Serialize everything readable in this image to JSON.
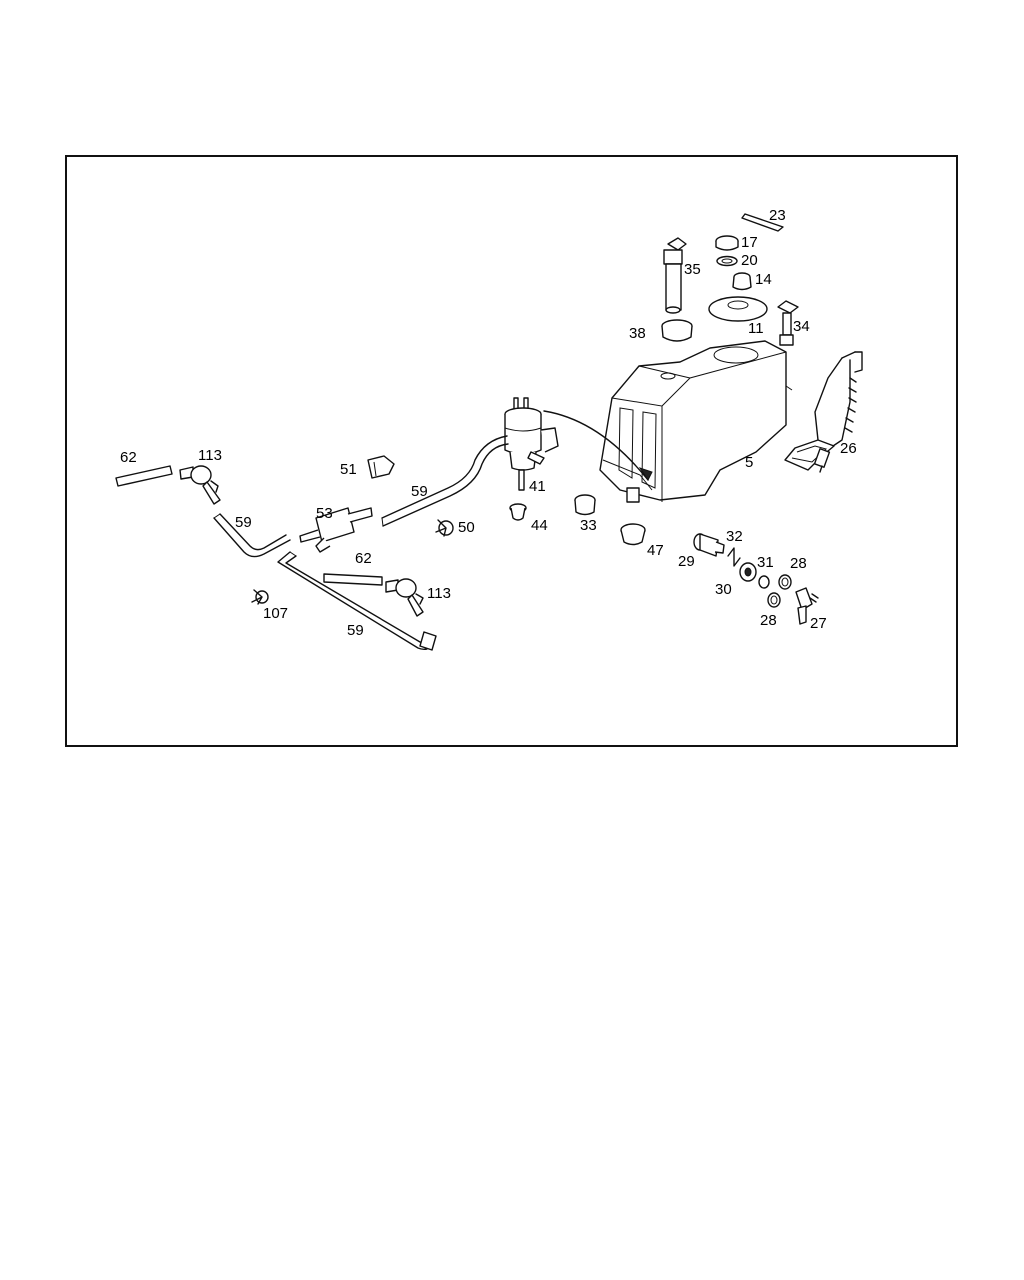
{
  "callouts": {
    "c23": "23",
    "c17": "17",
    "c20": "20",
    "c35": "35",
    "c14": "14",
    "c38": "38",
    "c11": "11",
    "c34": "34",
    "c26": "26",
    "c5": "5",
    "c62a": "62",
    "c113a": "113",
    "c51": "51",
    "c59a": "59",
    "c41": "41",
    "c59b": "59",
    "c53": "53",
    "c50": "50",
    "c44": "44",
    "c33": "33",
    "c32": "32",
    "c47": "47",
    "c29": "29",
    "c31": "31",
    "c28a": "28",
    "c62b": "62",
    "c30": "30",
    "c113b": "113",
    "c107": "107",
    "c28b": "28",
    "c27": "27",
    "c59c": "59"
  }
}
